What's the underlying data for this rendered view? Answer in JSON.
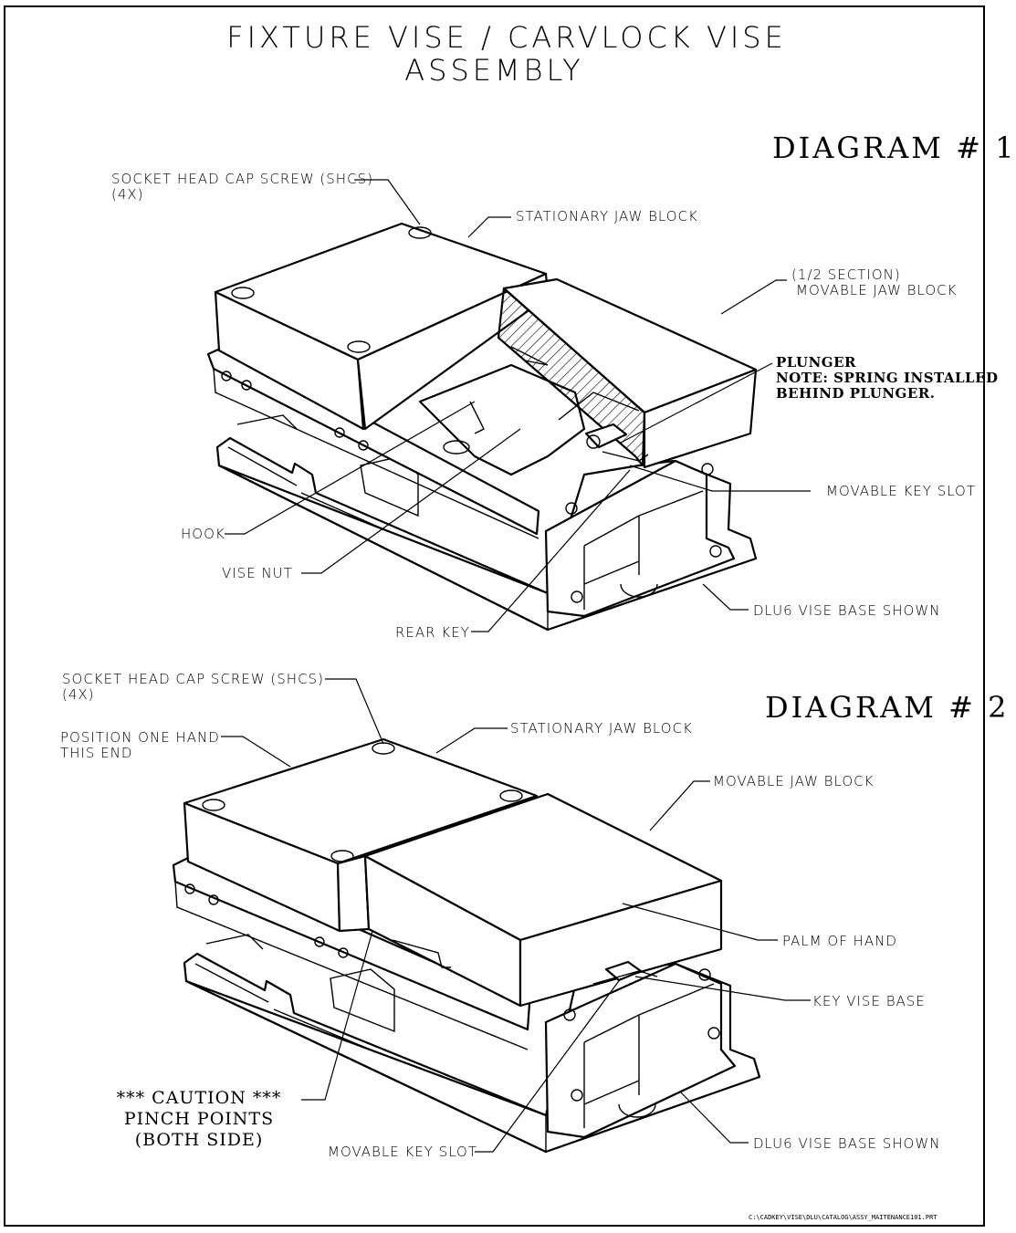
{
  "title": {
    "line1": "FIXTURE VISE / CARVLOCK VISE",
    "line2": "ASSEMBLY"
  },
  "diagram1": {
    "heading": "DIAGRAM # 1",
    "labels": {
      "shcs_line1": "SOCKET HEAD CAP SCREW (SHCS)",
      "shcs_line2": "(4X)",
      "stationary_jaw": "STATIONARY JAW BLOCK",
      "section_line1": "(1/2 SECTION)",
      "section_line2": "MOVABLE JAW BLOCK",
      "plunger": "PLUNGER",
      "note_line1": "NOTE: SPRING INSTALLED",
      "note_line2": "BEHIND PLUNGER.",
      "movable_key_slot": "MOVABLE KEY SLOT",
      "hook": "HOOK",
      "vise_nut": "VISE NUT",
      "rear_key": "REAR KEY",
      "base": "DLU6 VISE BASE SHOWN"
    }
  },
  "diagram2": {
    "heading": "DIAGRAM # 2",
    "labels": {
      "shcs_line1": "SOCKET HEAD CAP SCREW (SHCS)",
      "shcs_line2": "(4X)",
      "position_line1": "POSITION ONE HAND",
      "position_line2": "THIS END",
      "stationary_jaw": "STATIONARY JAW BLOCK",
      "movable_jaw": "MOVABLE JAW BLOCK",
      "palm": "PALM OF HAND",
      "key_vise_base": "KEY VISE BASE",
      "caution_line1": "*** CAUTION ***",
      "caution_line2": "PINCH POINTS",
      "caution_line3": "(BOTH SIDE)",
      "movable_key_slot": "MOVABLE KEY SLOT",
      "base": "DLU6 VISE BASE SHOWN"
    }
  },
  "file_path": "C:\\CADKEY\\VISE\\DLU\\CATALOG\\ASSY_MAITENANCE101.PRT"
}
